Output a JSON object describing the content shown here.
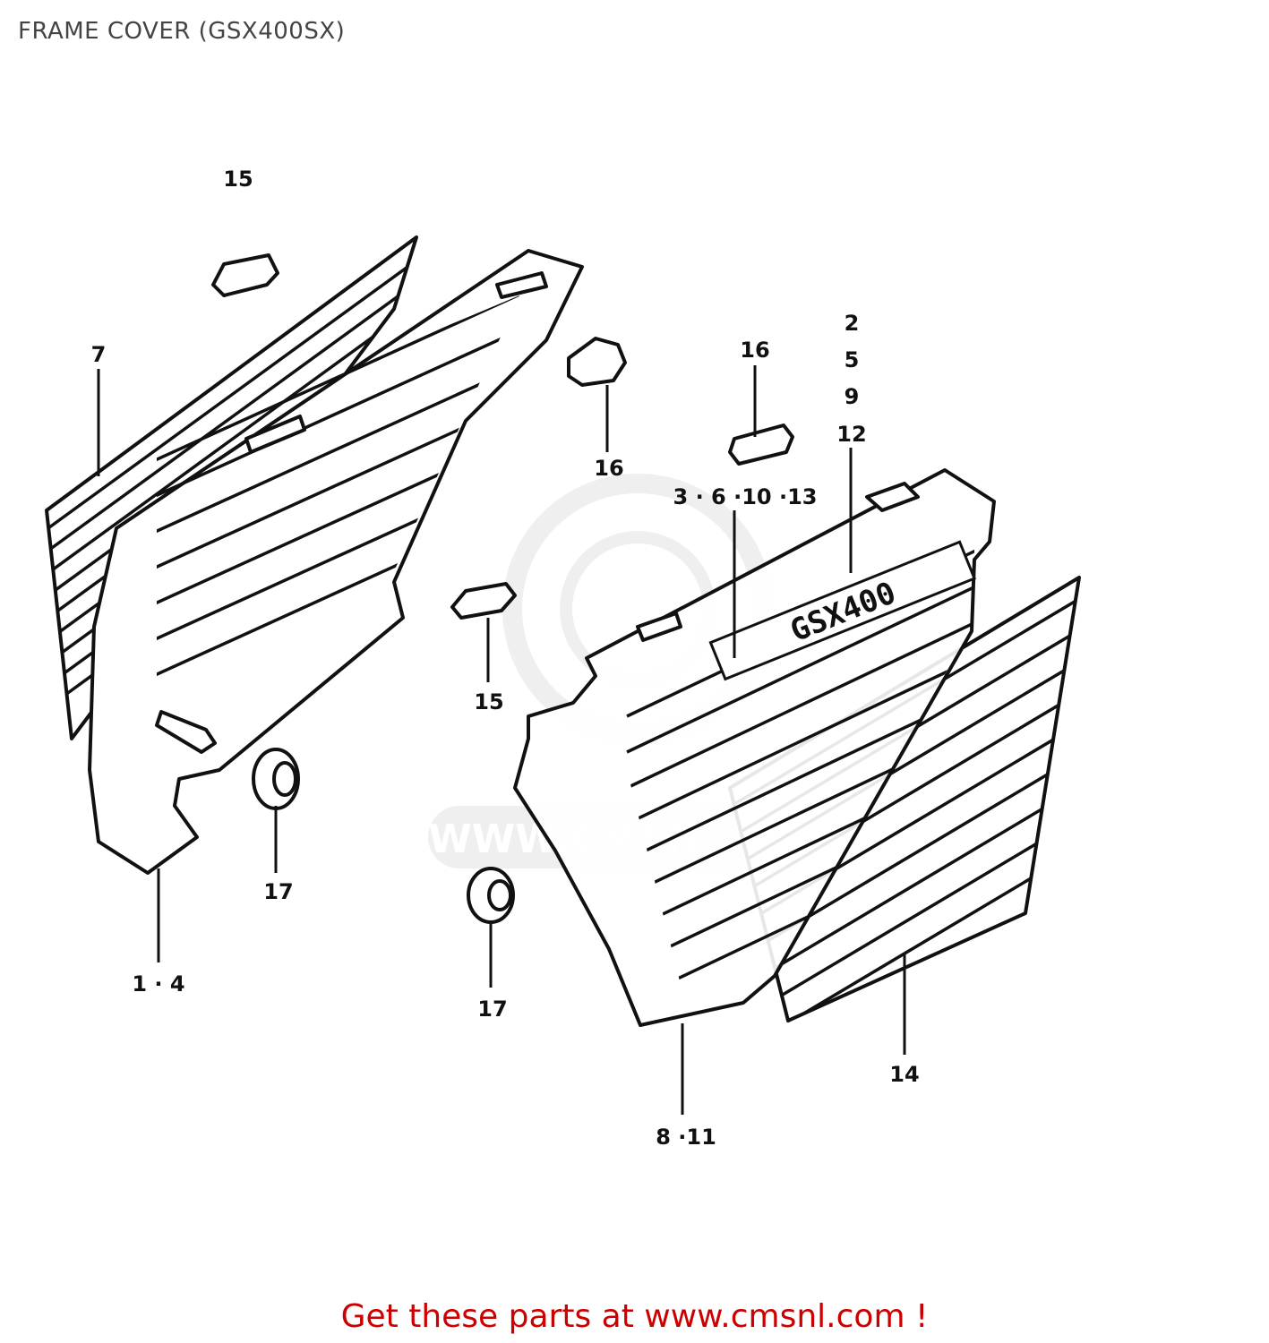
{
  "title": "FRAME COVER (GSX400SX)",
  "footer": "Get these parts at www.cmsnl.com !",
  "watermark": "WWW.CMSNL.COM",
  "colors": {
    "footer": "#cc0000",
    "title": "#444444",
    "ink": "#111111",
    "watermark": "#e2e2e2"
  },
  "emblem": "GSX400",
  "callouts": {
    "c15a": "15",
    "c7": "7",
    "c16a": "16",
    "c16b": "16",
    "c2": "2",
    "c5": "5",
    "c9": "9",
    "c12": "12",
    "c3_13": "3 · 6 ·10 ·13",
    "c15b": "15",
    "c17a": "17",
    "c17b": "17",
    "c1_4": "1 · 4",
    "c8_11": "8 ·11",
    "c14": "14"
  }
}
